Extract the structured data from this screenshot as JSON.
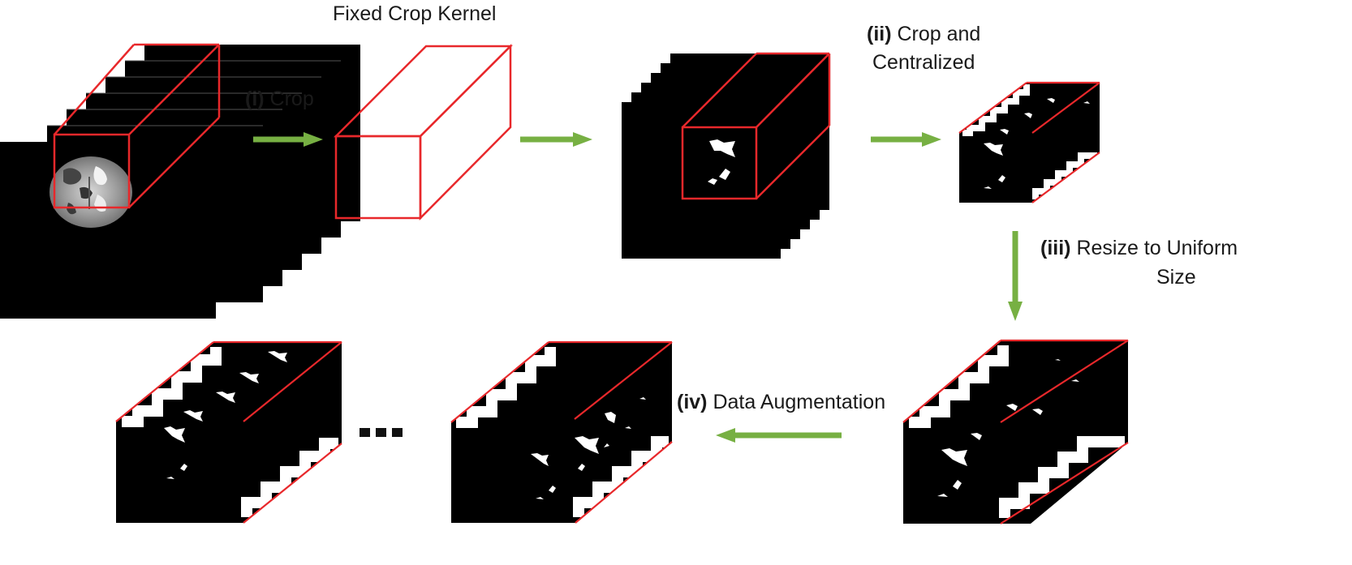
{
  "labels": {
    "fixed_crop_kernel": "Fixed Crop Kernel",
    "step1_num": "(i)",
    "step1_text": " Crop",
    "step2_num": "(ii)",
    "step2_text_line1": " Crop and",
    "step2_text_line2": "Centralized",
    "step3_num": "(iii)",
    "step3_text_line1": " Resize to Uniform",
    "step3_text_line2": "Size",
    "step4_num": "(iv)",
    "step4_text": " Data Augmentation",
    "ellipsis": "■■■"
  },
  "colors": {
    "arrow": "#77b043",
    "kernel_outline": "#e8282b",
    "volume": "#000000",
    "lesion": "#ffffff"
  }
}
